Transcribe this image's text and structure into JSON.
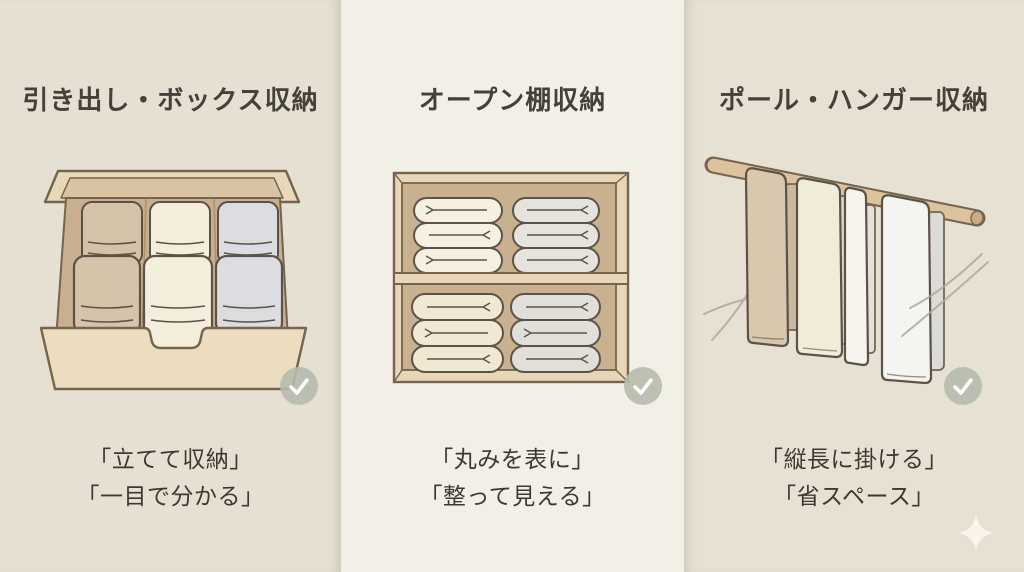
{
  "panels": [
    {
      "title": "引き出し・ボックス収納",
      "illustration": "drawer-with-standing-towels",
      "badge_icon": "check",
      "captions": [
        "「立てて収納」",
        "「一目で分かる」"
      ]
    },
    {
      "title": "オープン棚収納",
      "illustration": "open-shelf-with-stacked-towels",
      "badge_icon": "check",
      "captions": [
        "「丸みを表に」",
        "「整って見える」"
      ]
    },
    {
      "title": "ポール・ハンガー収納",
      "illustration": "pole-with-hanging-towels",
      "badge_icon": "check",
      "captions": [
        "「縦長に掛ける」",
        "「省スペース」"
      ]
    }
  ],
  "icons": {
    "check": "✓",
    "sparkle": "✦"
  },
  "colors": {
    "panel_bg_left": "#e6e0d2",
    "panel_bg_middle": "#f2efe6",
    "panel_bg_right": "#e7e1d4",
    "title_text": "#45413a",
    "caption_text": "#3e3930",
    "outline": "#75644e",
    "wood_light": "#e9d7ba",
    "wood_mid": "#d9c3a2",
    "wood_interior": "#c9af8f",
    "drawer_front": "#ecdcc0",
    "towel_beige": "#d6c4aa",
    "towel_cream": "#f4eedc",
    "towel_gray": "#dcdde1",
    "check_badge": "#b6bbad",
    "check_mark": "#ffffff",
    "sparkle": "#f9f5ea"
  }
}
